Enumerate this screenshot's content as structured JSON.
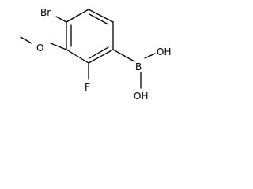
{
  "structure": {
    "atoms": {
      "bromine": "Br",
      "methoxy_oxygen": "O",
      "fluorine": "F",
      "boron": "B",
      "hydroxyl_1": "OH",
      "hydroxyl_2": "OH"
    }
  }
}
